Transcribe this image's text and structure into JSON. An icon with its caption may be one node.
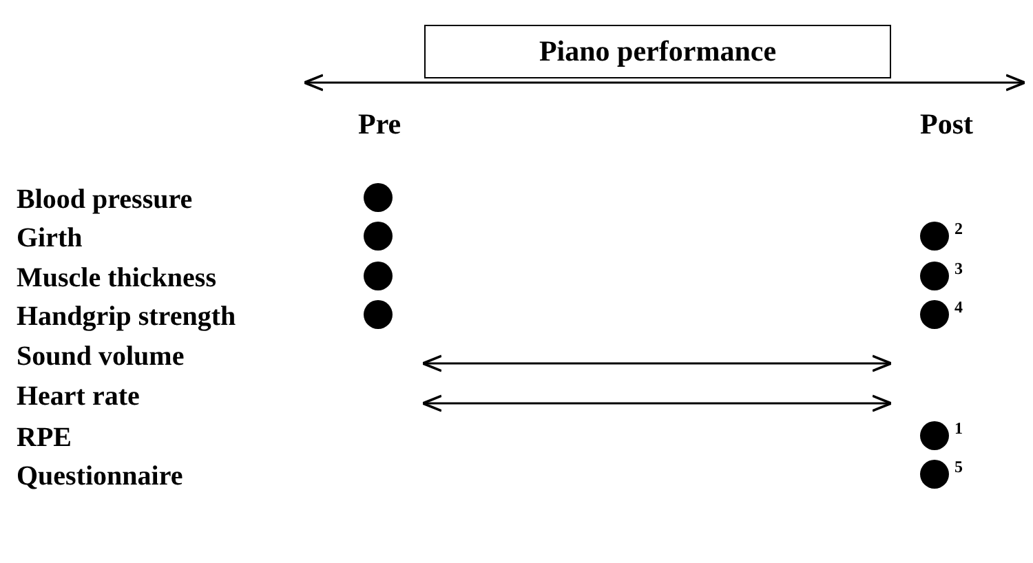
{
  "diagram": {
    "nodes": [
      {
        "text": [
          "Piano performance"
        ]
      },
      {
        "text": [],
        "shape": "circle"
      },
      {
        "text": [],
        "shape": "circle"
      },
      {
        "text": [],
        "shape": "circle",
        "beside": [
          "2"
        ]
      },
      {
        "text": [],
        "shape": "circle"
      },
      {
        "text": [],
        "shape": "circle",
        "beside": [
          "3"
        ]
      },
      {
        "text": [],
        "shape": "circle"
      },
      {
        "text": [],
        "shape": "circle",
        "beside": [
          "4"
        ]
      },
      {
        "text": [],
        "shape": "circle",
        "beside": [
          "1"
        ]
      },
      {
        "text": [],
        "shape": "circle",
        "beside": [
          "5"
        ]
      }
    ],
    "labels": [
      "Pre",
      "Post",
      "Blood pressure",
      "Girth",
      "Muscle thickness",
      "Handgrip strength",
      "Sound volume",
      "Heart rate",
      "RPE",
      "Questionnaire"
    ]
  }
}
